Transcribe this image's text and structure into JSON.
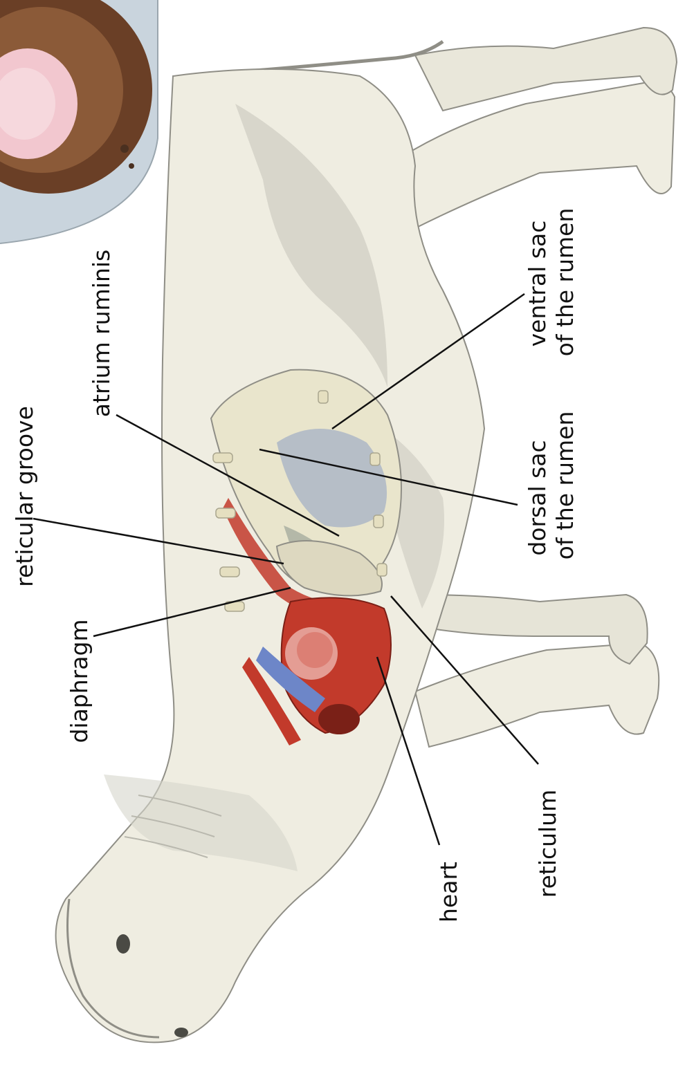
{
  "labels": {
    "reticular_groove": "reticular groove",
    "atrium_ruminis": "atrium ruminis",
    "diaphragm": "diaphragm",
    "heart": "heart",
    "reticulum": "reticulum",
    "dorsal_sac_line1": "dorsal sac",
    "dorsal_sac_line2": "of the rumen",
    "ventral_sac_line1": "ventral sac",
    "ventral_sac_line2": "of the rumen"
  },
  "colors": {
    "body_fill": "#efede1",
    "shading": "#b9b8ae",
    "rumen": "#e9e5cc",
    "rumen_blue": "#a9b4c6",
    "heart_red": "#c23a2b",
    "vessel_blue": "#6d86c8",
    "leader": "#111111",
    "photo_pink": "#f2c7cf",
    "photo_brown": "#6a3f26",
    "photo_bg": "#c9d4dd"
  }
}
